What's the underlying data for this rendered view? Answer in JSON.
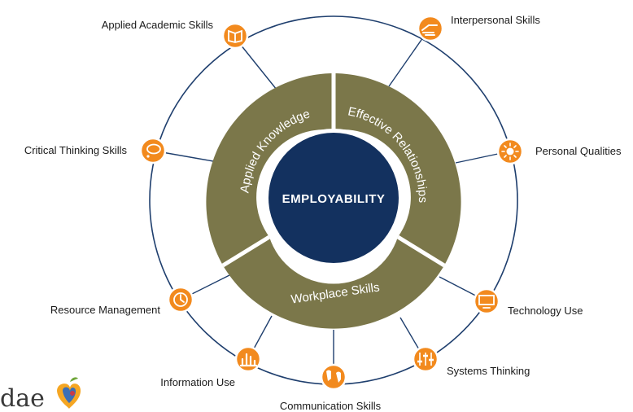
{
  "diagram": {
    "center_label": "EMPLOYABILITY",
    "segments": [
      {
        "id": "applied-knowledge",
        "label": "Applied Knowledge"
      },
      {
        "id": "effective-relationships",
        "label": "Effective Relationships"
      },
      {
        "id": "workplace-skills",
        "label": "Workplace Skills"
      }
    ],
    "skills": [
      {
        "label": "Applied Academic Skills",
        "icon": "book-icon"
      },
      {
        "label": "Interpersonal Skills",
        "icon": "handshake-icon"
      },
      {
        "label": "Critical Thinking Skills",
        "icon": "thought-bubble-icon"
      },
      {
        "label": "Personal Qualities",
        "icon": "sun-icon"
      },
      {
        "label": "Resource Management",
        "icon": "clock-icon"
      },
      {
        "label": "Technology Use",
        "icon": "monitor-icon"
      },
      {
        "label": "Information Use",
        "icon": "bar-chart-icon"
      },
      {
        "label": "Systems Thinking",
        "icon": "sliders-icon"
      },
      {
        "label": "Communication Skills",
        "icon": "speech-bubbles-icon"
      }
    ],
    "colors": {
      "core": "#13315f",
      "ring": "#7b774a",
      "accent": "#f28a1e",
      "line": "#1f3f6e"
    }
  },
  "logo": {
    "text": "dae"
  }
}
